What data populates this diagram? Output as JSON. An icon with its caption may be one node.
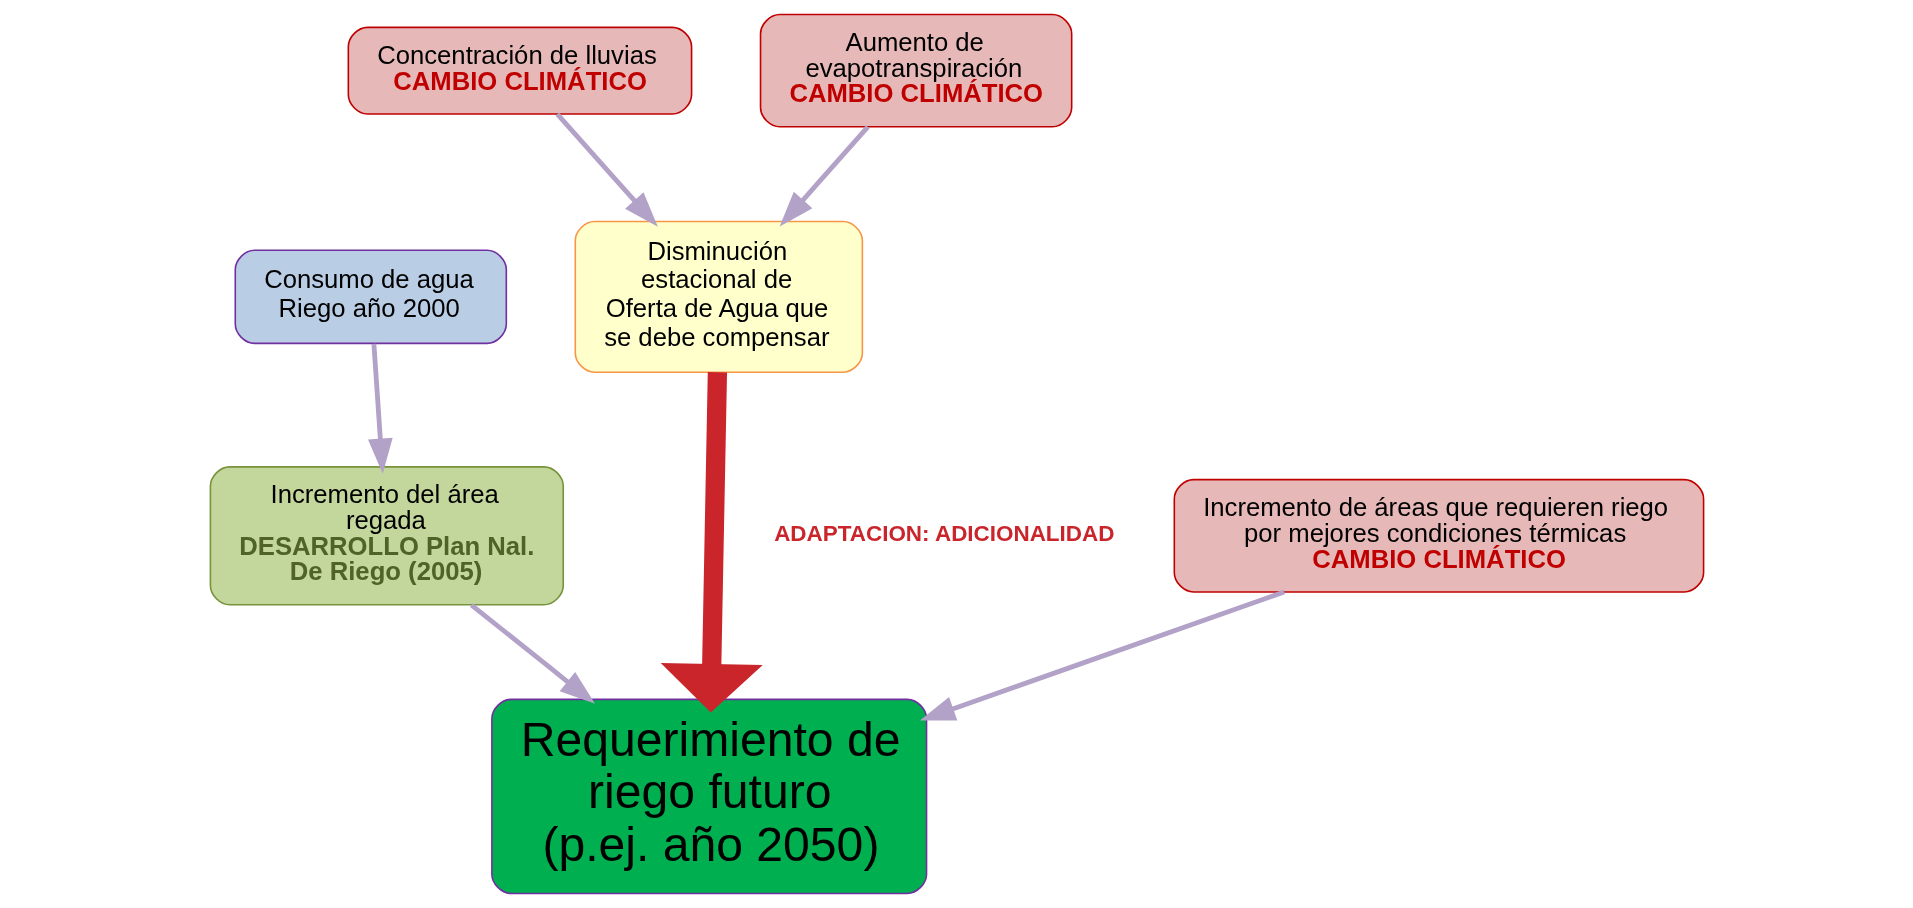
{
  "diagram": {
    "nodes": [
      {
        "text": [
          "Consumo de agua Riego año 2000"
        ]
      },
      {
        "text": [
          "Requerimiento de riego futuro (p.ej. año 2050)"
        ]
      },
      {
        "text": [
          "Incremento del área regada",
          "DESARROLLO Plan Nal. De Riego (2005)"
        ]
      },
      {
        "text": [
          "Concentración de lluvias",
          "CAMBIO CLIMÁTICO"
        ]
      },
      {
        "text": [
          "Disminución estacional de Oferta de Agua que se debe compensar"
        ]
      },
      {
        "text": [
          "Aumento de evapotranspiración",
          "CAMBIO CLIMÁTICO"
        ]
      },
      {
        "text": [
          "Incremento de áreas que requieren riego por mejores condiciones térmicas",
          "CAMBIO CLIMÁTICO"
        ]
      }
    ],
    "edges": [
      {
        "from": 0,
        "to": 2,
        "arrow": "to"
      },
      {
        "from": 2,
        "to": 1,
        "arrow": "to"
      },
      {
        "from": 3,
        "to": 4,
        "arrow": "to"
      },
      {
        "from": 5,
        "to": 4,
        "arrow": "to"
      },
      {
        "from": 4,
        "to": 1,
        "arrow": "to",
        "label": "ADAPTACION: ADICIONALIDAD",
        "style": "thick",
        "color": "#c9252b"
      },
      {
        "from": 6,
        "to": 1,
        "arrow": "to"
      }
    ]
  }
}
